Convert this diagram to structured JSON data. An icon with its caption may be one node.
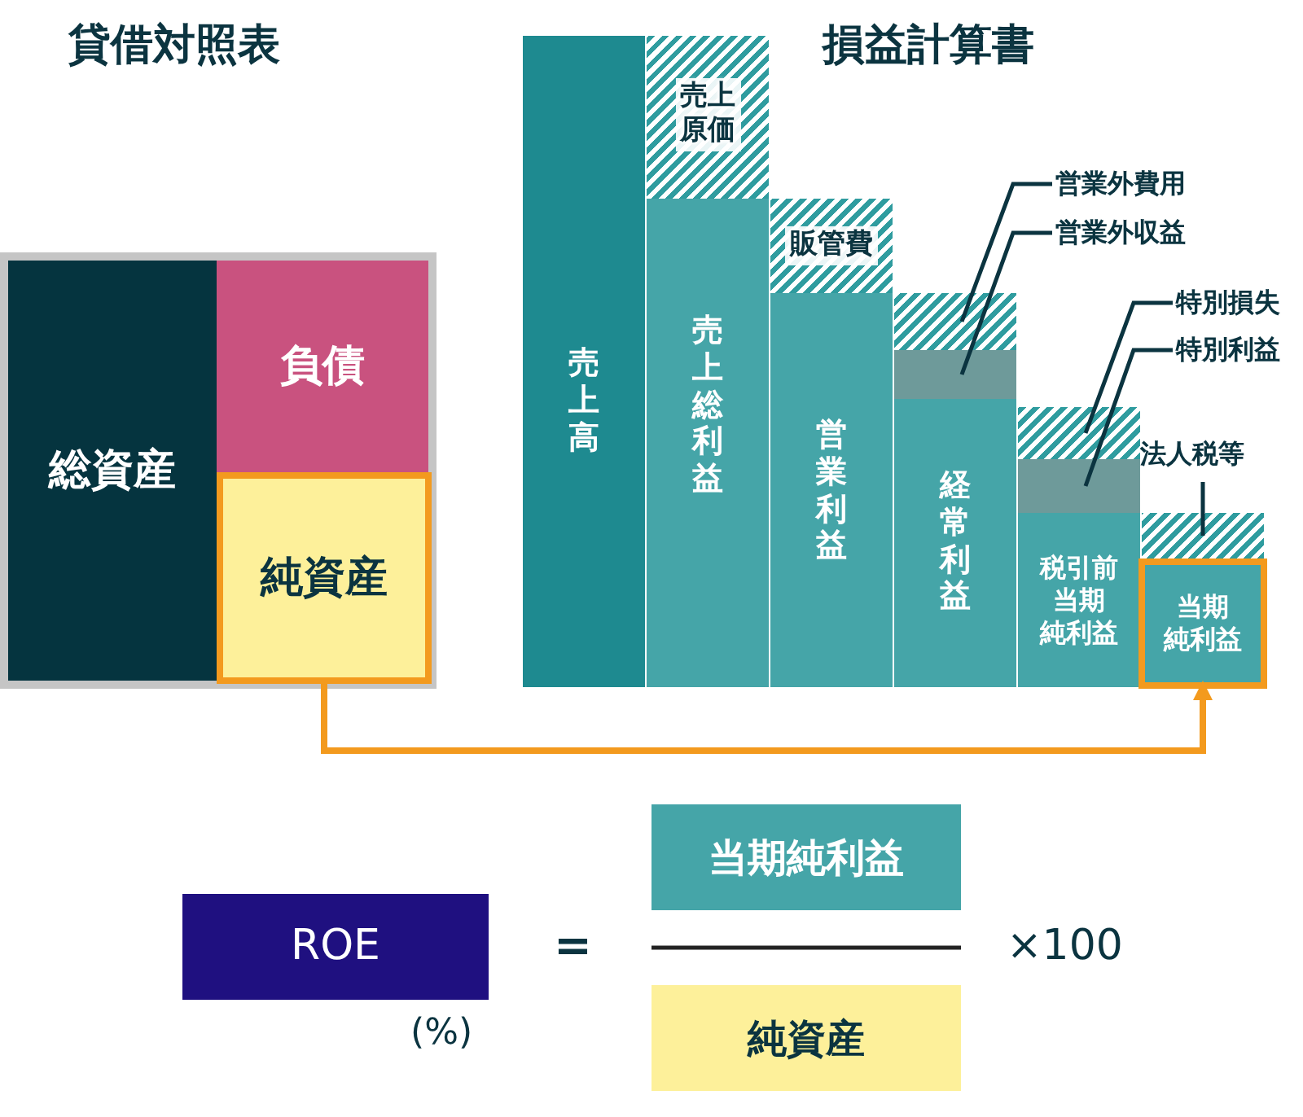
{
  "diagram": {
    "nodes": [
      {
        "text": [
          "総資産"
        ]
      },
      {
        "text": [
          "負債"
        ]
      },
      {
        "text": [
          "純資産"
        ]
      },
      {
        "text": [
          "売上高"
        ]
      },
      {
        "text": [
          "売上原価"
        ]
      },
      {
        "text": [
          "売上総利益"
        ]
      },
      {
        "text": [
          "販管費"
        ]
      },
      {
        "text": [
          "営業利益"
        ]
      },
      {
        "text": [],
        "shape": "box"
      },
      {
        "text": [],
        "shape": "box"
      },
      {
        "text": [
          "経常利益"
        ]
      },
      {
        "text": [],
        "shape": "box"
      },
      {
        "text": [],
        "shape": "box"
      },
      {
        "text": [
          "税引前当期純利益"
        ]
      },
      {
        "text": [],
        "shape": "box"
      },
      {
        "text": [
          "当期純利益"
        ]
      },
      {
        "text": [
          "営業外費用"
        ]
      },
      {
        "text": [
          "営業外収益"
        ]
      },
      {
        "text": [
          "特別損失"
        ]
      },
      {
        "text": [
          "特別利益"
        ]
      },
      {
        "text": [
          "法人税等"
        ]
      },
      {
        "text": [
          "ROE"
        ],
        "beside": [
          "(%)"
        ]
      },
      {
        "text": [
          "当期純利益"
        ]
      },
      {
        "text": [
          "純資産"
        ]
      }
    ],
    "edges": [
      {
        "from": 2,
        "to": 15,
        "arrow": "to",
        "color": "#f39a1e"
      },
      {
        "from": 16,
        "to": 8,
        "arrow": "none"
      },
      {
        "from": 17,
        "to": 9,
        "arrow": "none"
      },
      {
        "from": 18,
        "to": 11,
        "arrow": "none"
      },
      {
        "from": 19,
        "to": 12,
        "arrow": "none"
      },
      {
        "from": 20,
        "to": 14,
        "arrow": "none"
      }
    ],
    "labels": [
      "貸借対照表",
      "損益計算書",
      "=",
      "×100"
    ]
  }
}
